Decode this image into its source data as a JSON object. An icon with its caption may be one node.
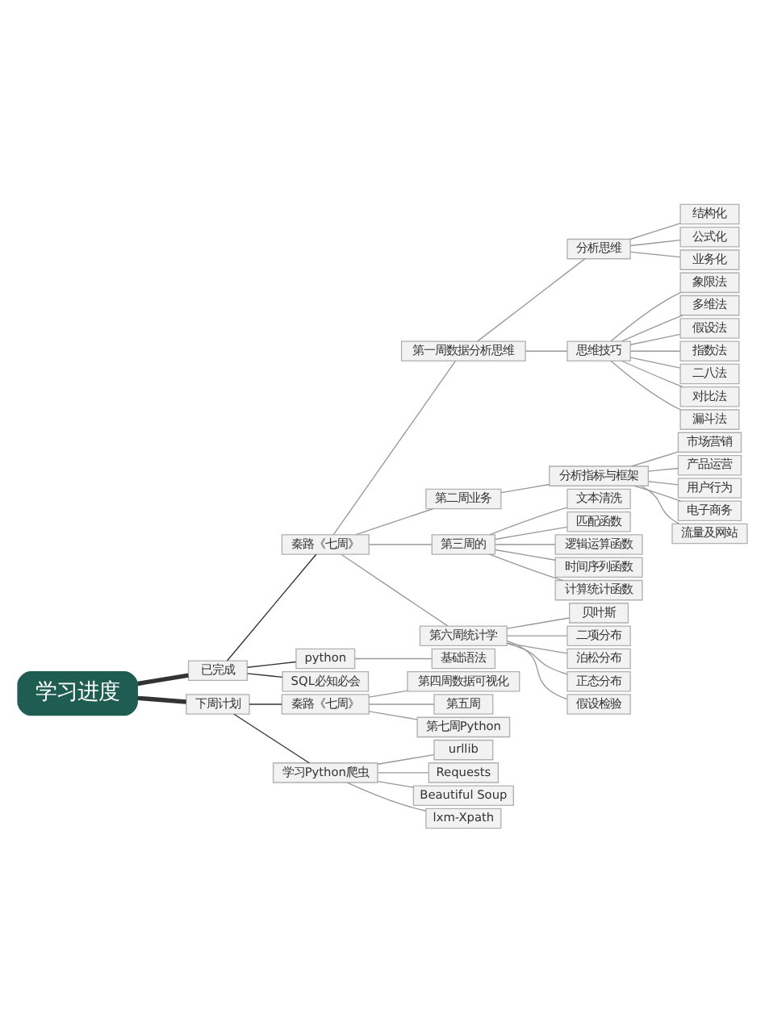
{
  "diagram": {
    "nodes": [
      {
        "text": [
          "学习进度"
        ]
      },
      {
        "text": [
          "已完成"
        ]
      },
      {
        "text": [
          "秦路《七周》"
        ]
      },
      {
        "text": [
          "第一周数据分析思维"
        ]
      },
      {
        "text": [
          "分析思维"
        ]
      },
      {
        "text": [
          "结构化"
        ]
      },
      {
        "text": [
          "公式化"
        ]
      },
      {
        "text": [
          "业务化"
        ]
      },
      {
        "text": [
          "思维技巧"
        ]
      },
      {
        "text": [
          "象限法"
        ]
      },
      {
        "text": [
          "多维法"
        ]
      },
      {
        "text": [
          "假设法"
        ]
      },
      {
        "text": [
          "指数法"
        ]
      },
      {
        "text": [
          "二八法"
        ]
      },
      {
        "text": [
          "对比法"
        ]
      },
      {
        "text": [
          "漏斗法"
        ]
      },
      {
        "text": [
          "第二周业务"
        ]
      },
      {
        "text": [
          "分析指标与框架"
        ]
      },
      {
        "text": [
          "市场营销"
        ]
      },
      {
        "text": [
          "产品运营"
        ]
      },
      {
        "text": [
          "用户行为"
        ]
      },
      {
        "text": [
          "电子商务"
        ]
      },
      {
        "text": [
          "流量及网站"
        ]
      },
      {
        "text": [
          "第三周的"
        ]
      },
      {
        "text": [
          "文本清洗"
        ]
      },
      {
        "text": [
          "匹配函数"
        ]
      },
      {
        "text": [
          "逻辑运算函数"
        ]
      },
      {
        "text": [
          "时间序列函数"
        ]
      },
      {
        "text": [
          "计算统计函数"
        ]
      },
      {
        "text": [
          "第六周统计学"
        ]
      },
      {
        "text": [
          "贝叶斯"
        ]
      },
      {
        "text": [
          "二项分布"
        ]
      },
      {
        "text": [
          "泊松分布"
        ]
      },
      {
        "text": [
          "正态分布"
        ]
      },
      {
        "text": [
          "假设检验"
        ]
      },
      {
        "text": [
          "python"
        ]
      },
      {
        "text": [
          "基础语法"
        ]
      },
      {
        "text": [
          "SQL必知必会"
        ]
      },
      {
        "text": [
          "下周计划"
        ]
      },
      {
        "text": [
          "秦路《七周》"
        ]
      },
      {
        "text": [
          "第四周数据可视化"
        ]
      },
      {
        "text": [
          "第五周"
        ]
      },
      {
        "text": [
          "第七周Python"
        ]
      },
      {
        "text": [
          "学习Python爬虫"
        ]
      },
      {
        "text": [
          "urllib"
        ]
      },
      {
        "text": [
          "Requests"
        ]
      },
      {
        "text": [
          "Beautiful Soup"
        ]
      },
      {
        "text": [
          "lxm-Xpath"
        ]
      }
    ],
    "edges": [
      {
        "from": 0,
        "to": 1,
        "arrow": "none",
        "style": "thick",
        "color": "#333333"
      },
      {
        "from": 1,
        "to": 2,
        "arrow": "none",
        "color": "#333333"
      },
      {
        "from": 2,
        "to": 3,
        "arrow": "none"
      },
      {
        "from": 3,
        "to": 4,
        "arrow": "none"
      },
      {
        "from": 4,
        "to": 5,
        "arrow": "none"
      },
      {
        "from": 4,
        "to": 6,
        "arrow": "none"
      },
      {
        "from": 4,
        "to": 7,
        "arrow": "none"
      },
      {
        "from": 3,
        "to": 8,
        "arrow": "none"
      },
      {
        "from": 8,
        "to": 9,
        "arrow": "none"
      },
      {
        "from": 8,
        "to": 10,
        "arrow": "none"
      },
      {
        "from": 8,
        "to": 11,
        "arrow": "none"
      },
      {
        "from": 8,
        "to": 12,
        "arrow": "none"
      },
      {
        "from": 8,
        "to": 13,
        "arrow": "none"
      },
      {
        "from": 8,
        "to": 14,
        "arrow": "none"
      },
      {
        "from": 8,
        "to": 15,
        "arrow": "none"
      },
      {
        "from": 2,
        "to": 16,
        "arrow": "none"
      },
      {
        "from": 16,
        "to": 17,
        "arrow": "none"
      },
      {
        "from": 17,
        "to": 18,
        "arrow": "none"
      },
      {
        "from": 17,
        "to": 19,
        "arrow": "none"
      },
      {
        "from": 17,
        "to": 20,
        "arrow": "none"
      },
      {
        "from": 17,
        "to": 21,
        "arrow": "none"
      },
      {
        "from": 17,
        "to": 22,
        "arrow": "none"
      },
      {
        "from": 2,
        "to": 23,
        "arrow": "none"
      },
      {
        "from": 23,
        "to": 24,
        "arrow": "none"
      },
      {
        "from": 23,
        "to": 25,
        "arrow": "none"
      },
      {
        "from": 23,
        "to": 26,
        "arrow": "none"
      },
      {
        "from": 23,
        "to": 27,
        "arrow": "none"
      },
      {
        "from": 23,
        "to": 28,
        "arrow": "none"
      },
      {
        "from": 2,
        "to": 29,
        "arrow": "none"
      },
      {
        "from": 29,
        "to": 30,
        "arrow": "none"
      },
      {
        "from": 29,
        "to": 31,
        "arrow": "none"
      },
      {
        "from": 29,
        "to": 32,
        "arrow": "none"
      },
      {
        "from": 29,
        "to": 33,
        "arrow": "none"
      },
      {
        "from": 29,
        "to": 34,
        "arrow": "none"
      },
      {
        "from": 1,
        "to": 35,
        "arrow": "none",
        "color": "#333333"
      },
      {
        "from": 35,
        "to": 36,
        "arrow": "none"
      },
      {
        "from": 1,
        "to": 37,
        "arrow": "none",
        "color": "#333333"
      },
      {
        "from": 0,
        "to": 38,
        "arrow": "none",
        "style": "thick",
        "color": "#333333"
      },
      {
        "from": 38,
        "to": 39,
        "arrow": "none",
        "color": "#333333"
      },
      {
        "from": 39,
        "to": 40,
        "arrow": "none"
      },
      {
        "from": 39,
        "to": 41,
        "arrow": "none"
      },
      {
        "from": 39,
        "to": 42,
        "arrow": "none"
      },
      {
        "from": 38,
        "to": 43,
        "arrow": "none",
        "color": "#333333"
      },
      {
        "from": 43,
        "to": 44,
        "arrow": "none"
      },
      {
        "from": 43,
        "to": 45,
        "arrow": "none"
      },
      {
        "from": 43,
        "to": 46,
        "arrow": "none"
      },
      {
        "from": 43,
        "to": 47,
        "arrow": "none"
      }
    ]
  }
}
